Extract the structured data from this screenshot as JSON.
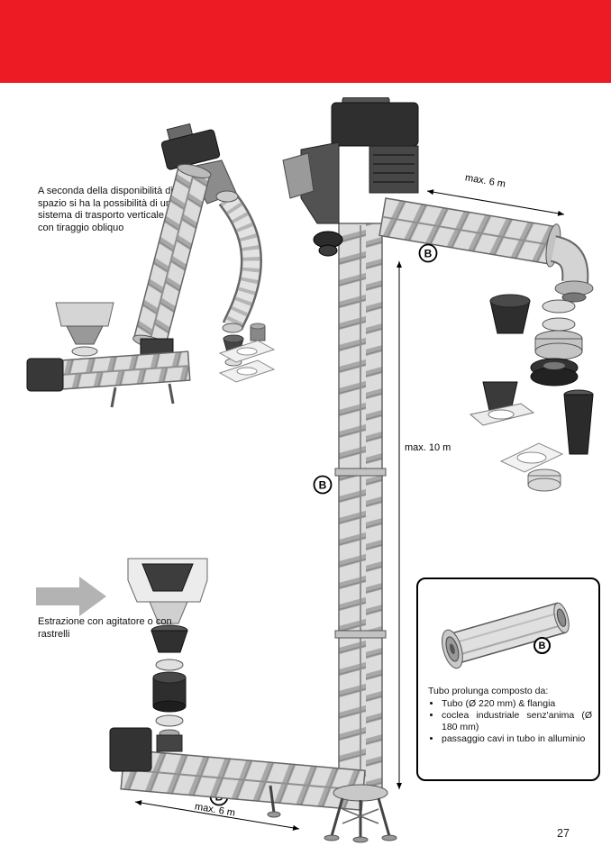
{
  "page": {
    "number": "27",
    "accent_color": "#ed1c24"
  },
  "annotations": {
    "left_note": "A seconda della disponibilità di spazio si ha la possibilità di un sistema di trasporto verticale con tiraggio obliquo",
    "extraction_note": "Estrazione con agitatore o con rastrelli"
  },
  "dimensions": {
    "top_horizontal": "max. 6 m",
    "vertical": "max. 10 m",
    "bottom_horizontal": "max. 6 m"
  },
  "markers": {
    "section_label": "B"
  },
  "inset": {
    "title": "Tubo prolunga composto da:",
    "marker": "B",
    "bullets": [
      "Tubo (Ø 220 mm) & flangia",
      "coclea industriale senz'anima (Ø 180 mm)",
      "passaggio cavi in tubo in alluminio"
    ]
  }
}
